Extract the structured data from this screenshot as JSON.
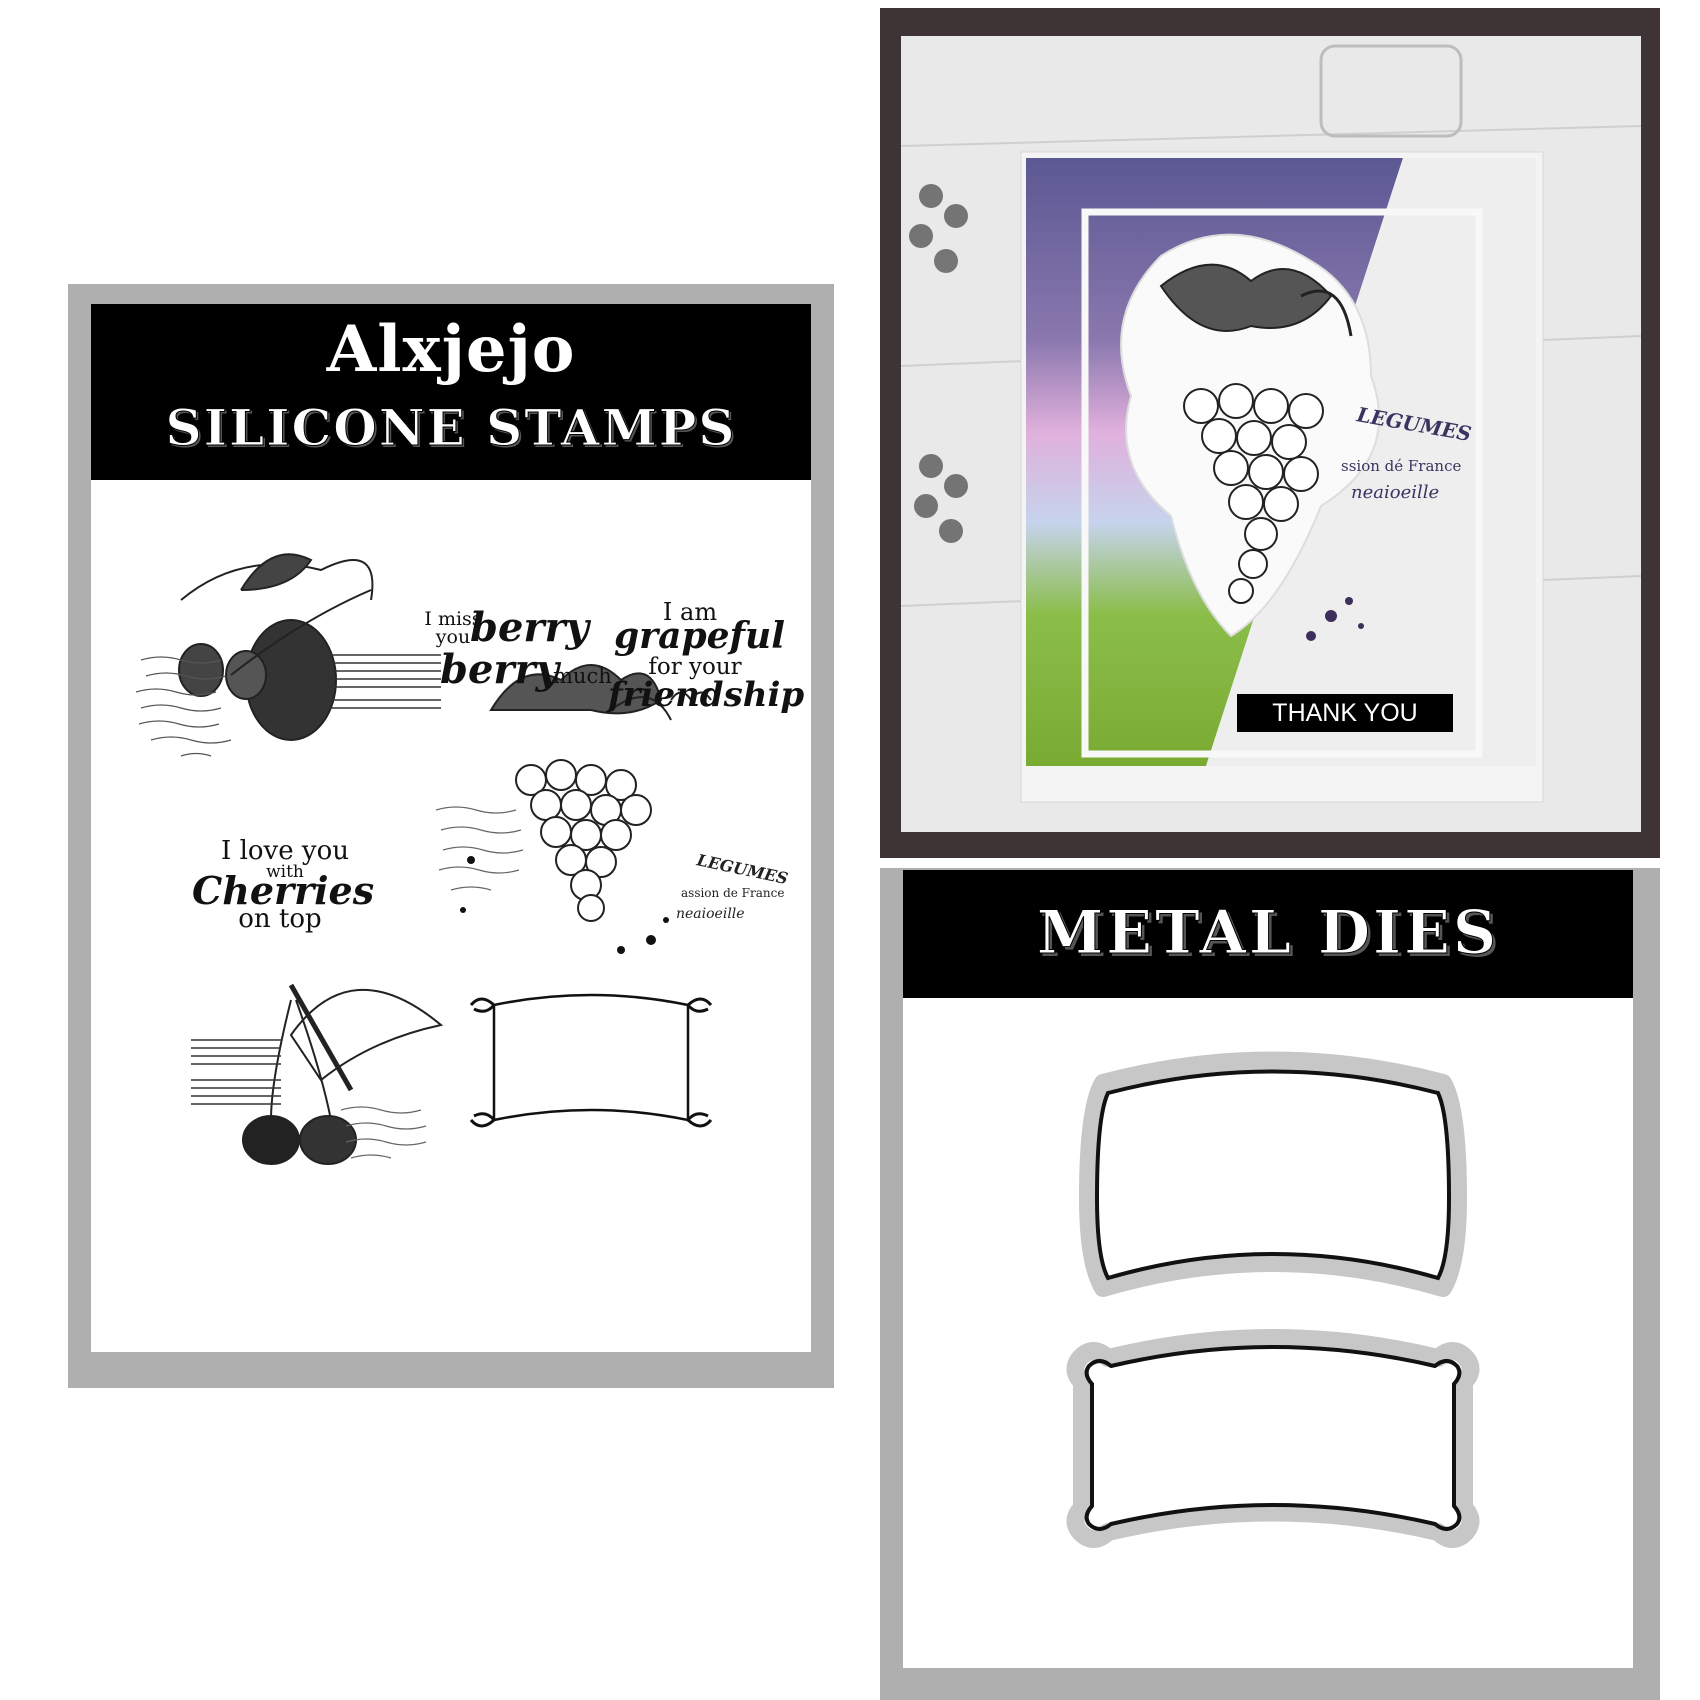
{
  "stamp_panel": {
    "brand": "Alxjejo",
    "title": "SILICONE STAMPS",
    "sentiments": {
      "berry": {
        "line1a": "I miss",
        "line1b": "you",
        "word1": "berry",
        "word2": "berry",
        "word3": "much"
      },
      "grape": {
        "line1": "I am",
        "line2": "grapeful",
        "line3": "for your",
        "line4": "friendship"
      },
      "cherry": {
        "line1": "I love you",
        "line2": "with",
        "line3": "Cherries",
        "line4": "on top"
      }
    },
    "grape_text": {
      "word1": "LEGUMES",
      "word2": "assion de France",
      "word3": "neaioeille"
    }
  },
  "photo_panel": {
    "card_sentiment": "THANK YOU",
    "card_text": {
      "word1": "LEGUMES",
      "word2": "ssion dé France",
      "word3": "neaioeille"
    },
    "colors": {
      "frame": "#3e3436",
      "purple": "#5f5b94",
      "pink": "#d9a9d6",
      "green": "#7fae3a"
    }
  },
  "dies_panel": {
    "title": "METAL DIES"
  },
  "colors": {
    "panel_gray": "#afafaf",
    "header_black": "#000000",
    "sheet_white": "#ffffff"
  }
}
